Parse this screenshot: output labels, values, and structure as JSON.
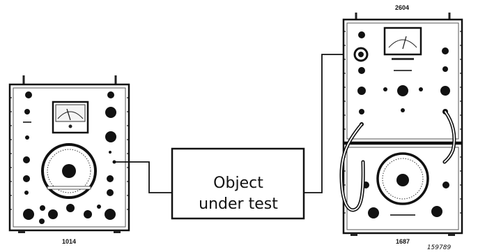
{
  "instruments": {
    "left": {
      "model": "1014"
    },
    "top_right": {
      "model": "2604"
    },
    "bottom_right": {
      "model": "1687"
    }
  },
  "object_box": {
    "line1": "Object",
    "line2": "under test"
  },
  "figure_ref": "159789"
}
